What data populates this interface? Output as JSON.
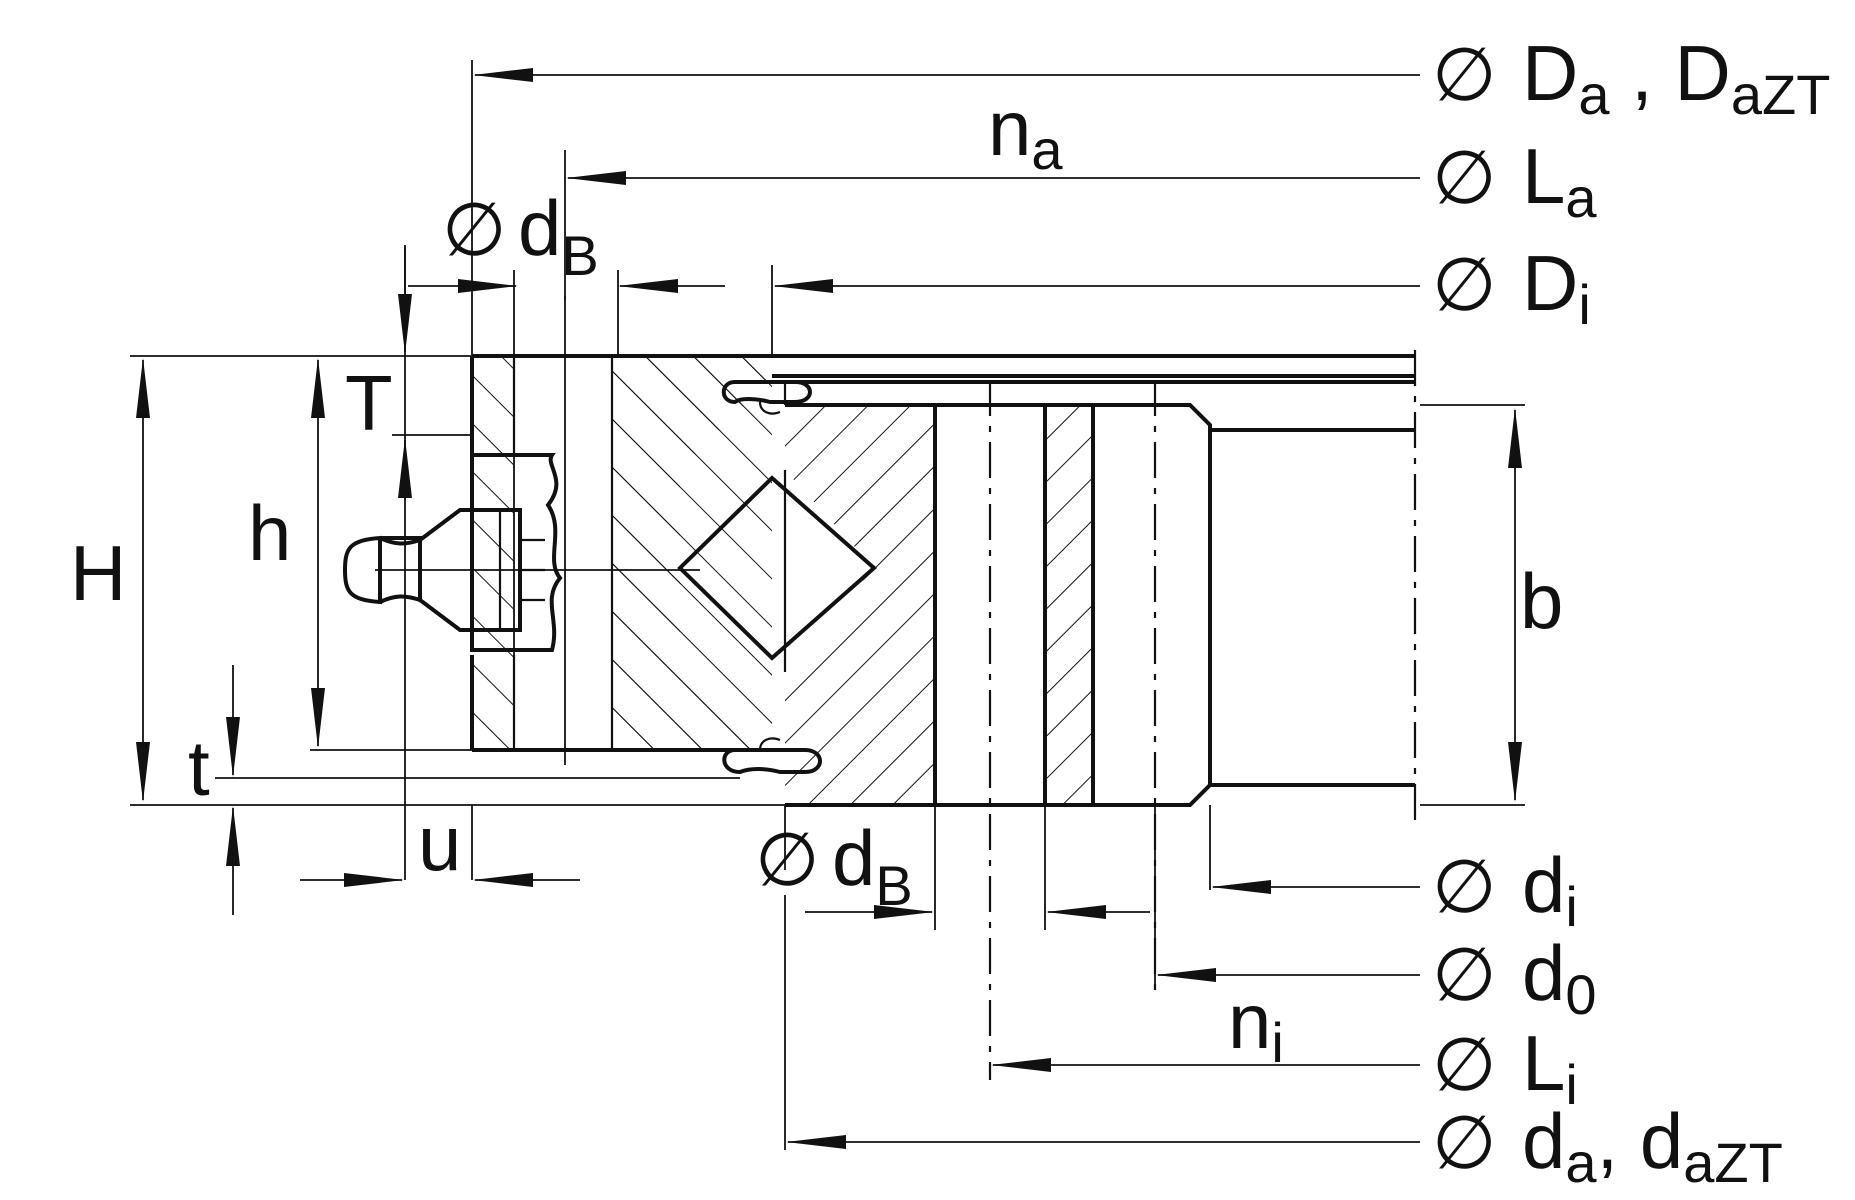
{
  "colors": {
    "ink": "#111111",
    "paper": "#ffffff"
  },
  "symbols": {
    "diameter": "∅"
  },
  "labels": {
    "Da": {
      "main": "D",
      "sub": "a",
      "sep": " , ",
      "main2": "D",
      "sub2": "aZT"
    },
    "na": {
      "main": "n",
      "sub": "a"
    },
    "La": {
      "main": "L",
      "sub": "a"
    },
    "dB_top": {
      "main": "d",
      "sub": "B"
    },
    "Di": {
      "main": "D",
      "sub": "i"
    },
    "T": "T",
    "H": "H",
    "h": "h",
    "b": "b",
    "t": "t",
    "u": "u",
    "dB_bottom": {
      "main": "d",
      "sub": "B"
    },
    "di": {
      "main": "d",
      "sub": "i"
    },
    "d0": {
      "main": "d",
      "sub": "0"
    },
    "ni": {
      "main": "n",
      "sub": "i"
    },
    "Li": {
      "main": "L",
      "sub": "i"
    },
    "da": {
      "main": "d",
      "sub": "a",
      "sep": ", ",
      "main2": "d",
      "sub2": "aZT"
    }
  }
}
